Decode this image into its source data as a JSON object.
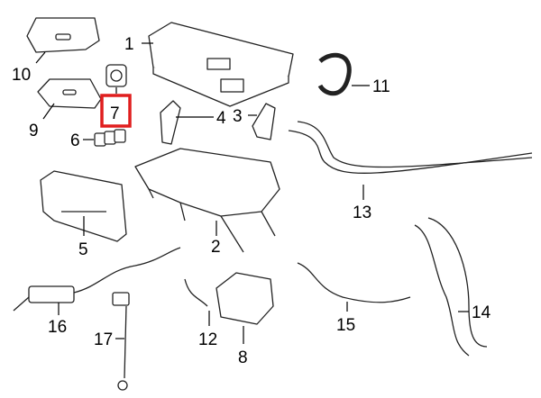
{
  "diagram": {
    "highlight_color": "#e01e1e",
    "highlighted_callout": "7",
    "callouts": {
      "c1": "1",
      "c2": "2",
      "c3": "3",
      "c4": "4",
      "c5": "5",
      "c6": "6",
      "c7": "7",
      "c8": "8",
      "c9": "9",
      "c10": "10",
      "c11": "11",
      "c12": "12",
      "c13": "13",
      "c14": "14",
      "c15": "15",
      "c16": "16",
      "c17": "17"
    }
  }
}
